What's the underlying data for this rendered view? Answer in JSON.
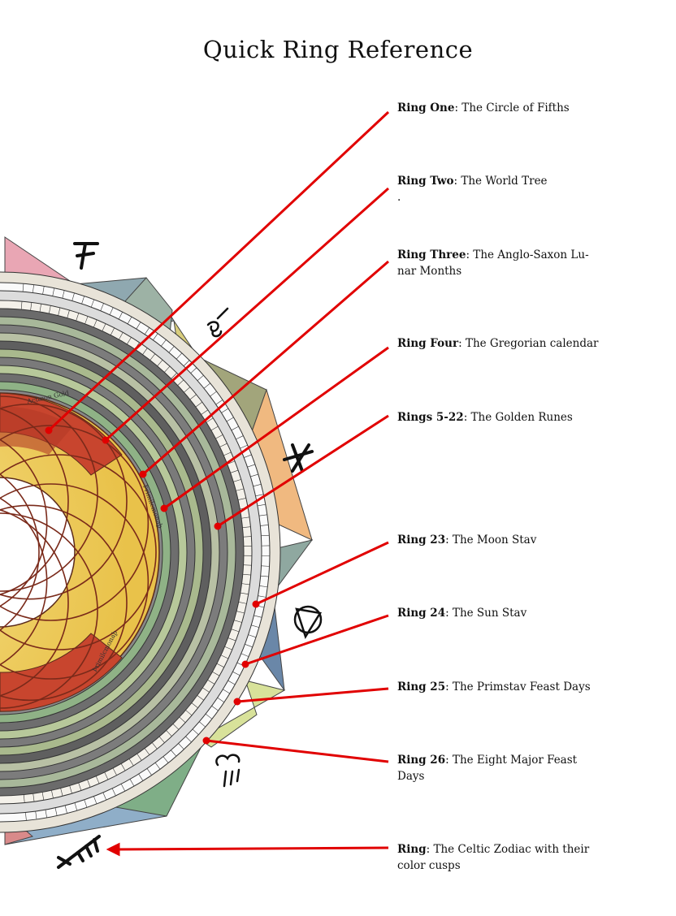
{
  "title": "Quick Ring Reference",
  "labels": [
    {
      "bold": "Ring One",
      "text": ": The Circle of Fifths"
    },
    {
      "bold": "Ring Two",
      "text": ": The World Tree",
      "extra": "."
    },
    {
      "bold": "Ring Three",
      "text": ": The Anglo-Saxon Lu-nar Months"
    },
    {
      "bold": "Ring Four",
      "text": ": The Gregorian calendar"
    },
    {
      "bold": "Rings 5-22",
      "text": ": The Golden Runes"
    },
    {
      "bold": "Ring 23",
      "text": ": The Moon Stav"
    },
    {
      "bold": "Ring 24",
      "text": ":  The Sun Stav"
    },
    {
      "bold": "Ring 25",
      "text": ": The Primstav Feast Days"
    },
    {
      "bold": "Ring 26",
      "text": ": The Eight Major Feast Days"
    },
    {
      "bold": "Ring",
      "text": ":  The Celtic Zodiac with their color cusps"
    }
  ],
  "ring_text": {
    "ring_one_arc": "Actæon Gold",
    "ring_three_arc": "Þrimilcmonaþ",
    "ring_ys_arc": "Þrimilcmonaþ"
  },
  "colors": {
    "arrow": "#e10000",
    "center_red": "#c8452e",
    "center_yellow": "#f0cf5a",
    "ring_green": "#7fa36b",
    "ring_gray": "#6b6b6b"
  }
}
